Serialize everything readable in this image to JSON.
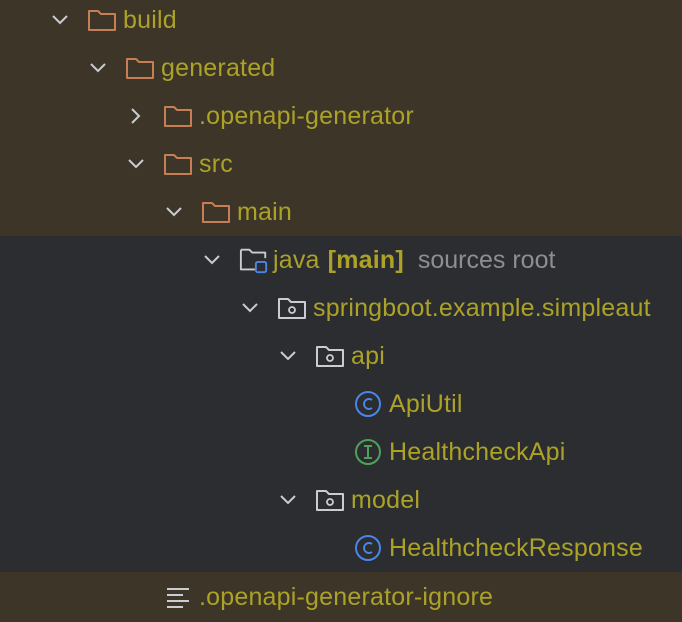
{
  "tree": {
    "items": [
      {
        "label": "build",
        "icon": "folder-icon",
        "expanded": true
      },
      {
        "label": "generated",
        "icon": "folder-icon",
        "expanded": true
      },
      {
        "label": ".openapi-generator",
        "icon": "folder-icon",
        "expanded": false
      },
      {
        "label": "src",
        "icon": "folder-icon",
        "expanded": true
      },
      {
        "label": "main",
        "icon": "folder-icon",
        "expanded": true
      },
      {
        "label": "java",
        "tag": "[main]",
        "hint": "sources root",
        "icon": "source-root-folder-icon",
        "expanded": true
      },
      {
        "label": "springboot.example.simpleaut",
        "icon": "package-icon",
        "expanded": true
      },
      {
        "label": "api",
        "icon": "package-icon",
        "expanded": true
      },
      {
        "label": "ApiUtil",
        "icon": "class-icon"
      },
      {
        "label": "HealthcheckApi",
        "icon": "interface-icon"
      },
      {
        "label": "model",
        "icon": "package-icon",
        "expanded": true
      },
      {
        "label": "HealthcheckResponse",
        "icon": "class-icon"
      },
      {
        "label": ".openapi-generator-ignore",
        "icon": "text-file-icon"
      }
    ]
  },
  "colors": {
    "excluded_background": "#3d3528",
    "background": "#2b2d30",
    "label": "#aca228",
    "hint": "#8c8e92",
    "folder_stroke": "#c67f55",
    "class_icon": "#4a86e8",
    "interface_icon": "#4fa15a",
    "chevron": "#c9ccd1"
  }
}
